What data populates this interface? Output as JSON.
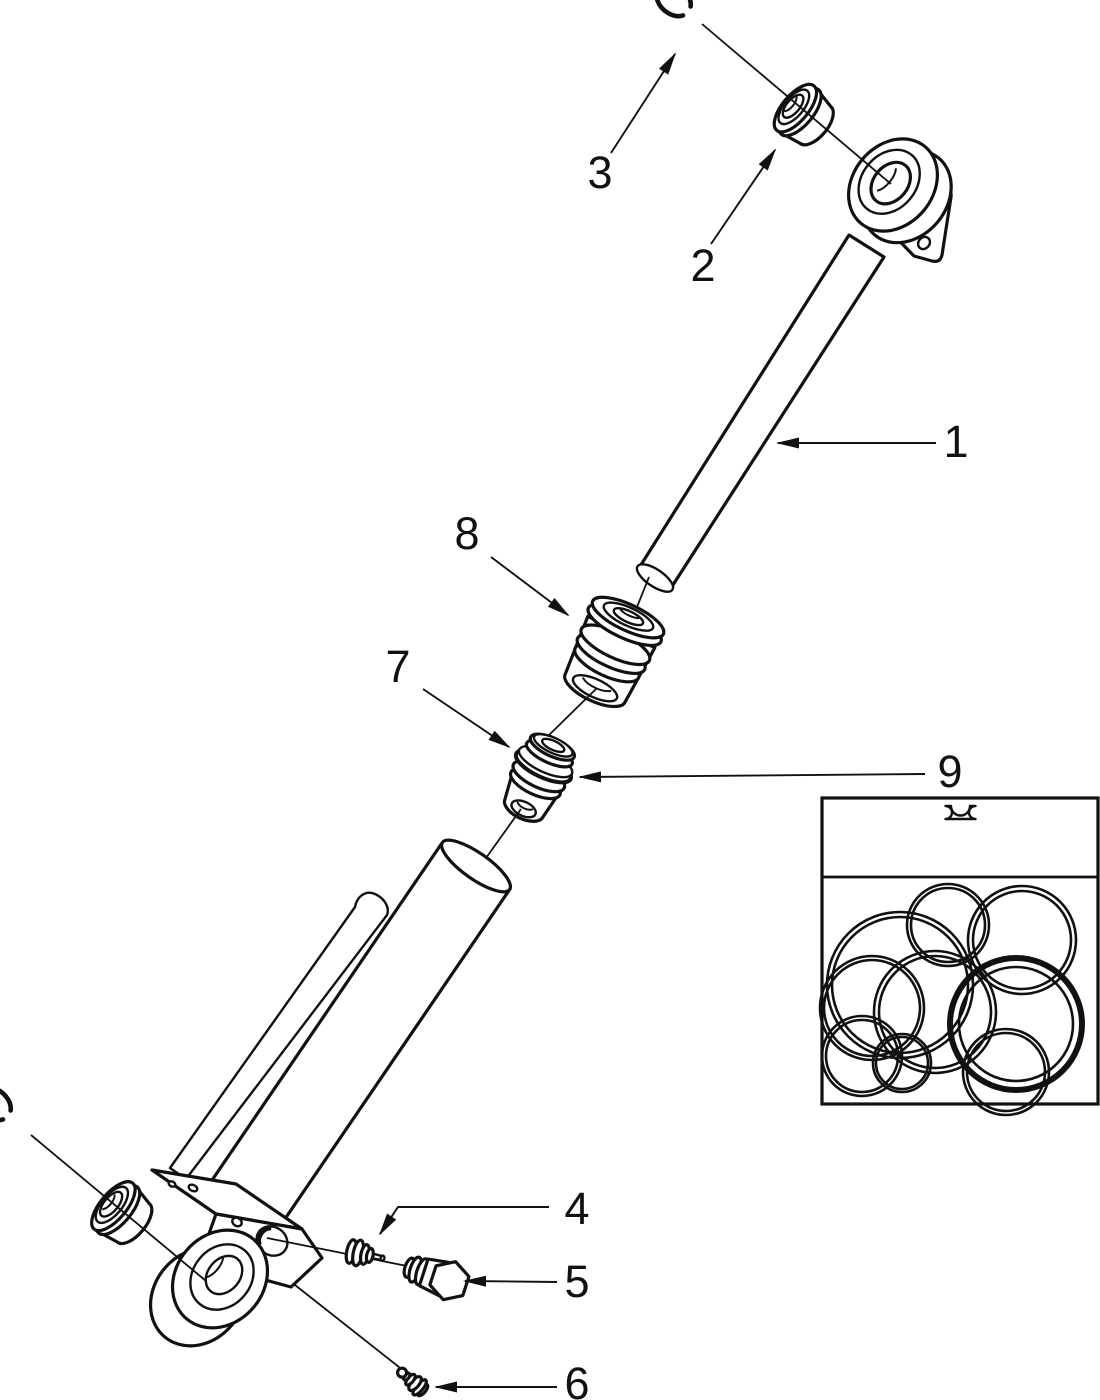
{
  "diagram": {
    "colors": {
      "line": "#111111",
      "background": "#ffffff"
    },
    "callouts": [
      {
        "label": "1"
      },
      {
        "label": "2"
      },
      {
        "label": "3"
      },
      {
        "label": "4"
      },
      {
        "label": "5"
      },
      {
        "label": "6"
      },
      {
        "label": "7"
      },
      {
        "label": "8"
      },
      {
        "label": "9"
      }
    ]
  }
}
